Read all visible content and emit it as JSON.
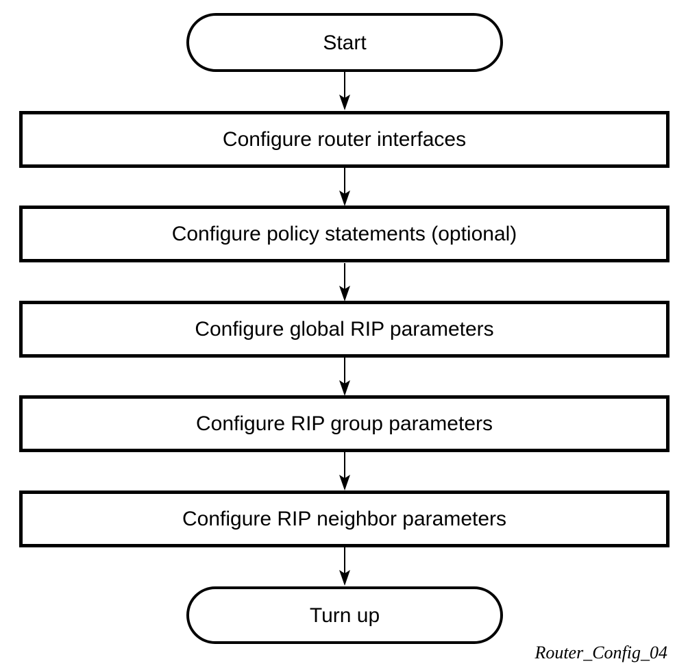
{
  "diagram": {
    "type": "flowchart",
    "direction": "top-down",
    "nodes": [
      {
        "id": "start",
        "shape": "terminator",
        "label": "Start"
      },
      {
        "id": "step1",
        "shape": "process",
        "label": "Configure router interfaces"
      },
      {
        "id": "step2",
        "shape": "process",
        "label": "Configure policy statements (optional)"
      },
      {
        "id": "step3",
        "shape": "process",
        "label": "Configure global RIP parameters"
      },
      {
        "id": "step4",
        "shape": "process",
        "label": "Configure RIP group parameters"
      },
      {
        "id": "step5",
        "shape": "process",
        "label": "Configure RIP neighbor parameters"
      },
      {
        "id": "turnup",
        "shape": "terminator",
        "label": "Turn up"
      }
    ],
    "edges": [
      {
        "from": "start",
        "to": "step1"
      },
      {
        "from": "step1",
        "to": "step2"
      },
      {
        "from": "step2",
        "to": "step3"
      },
      {
        "from": "step3",
        "to": "step4"
      },
      {
        "from": "step4",
        "to": "step5"
      },
      {
        "from": "step5",
        "to": "turnup"
      }
    ],
    "caption": "Router_Config_04",
    "colors": {
      "stroke": "#000000",
      "fill": "#ffffff",
      "text": "#000000"
    }
  }
}
